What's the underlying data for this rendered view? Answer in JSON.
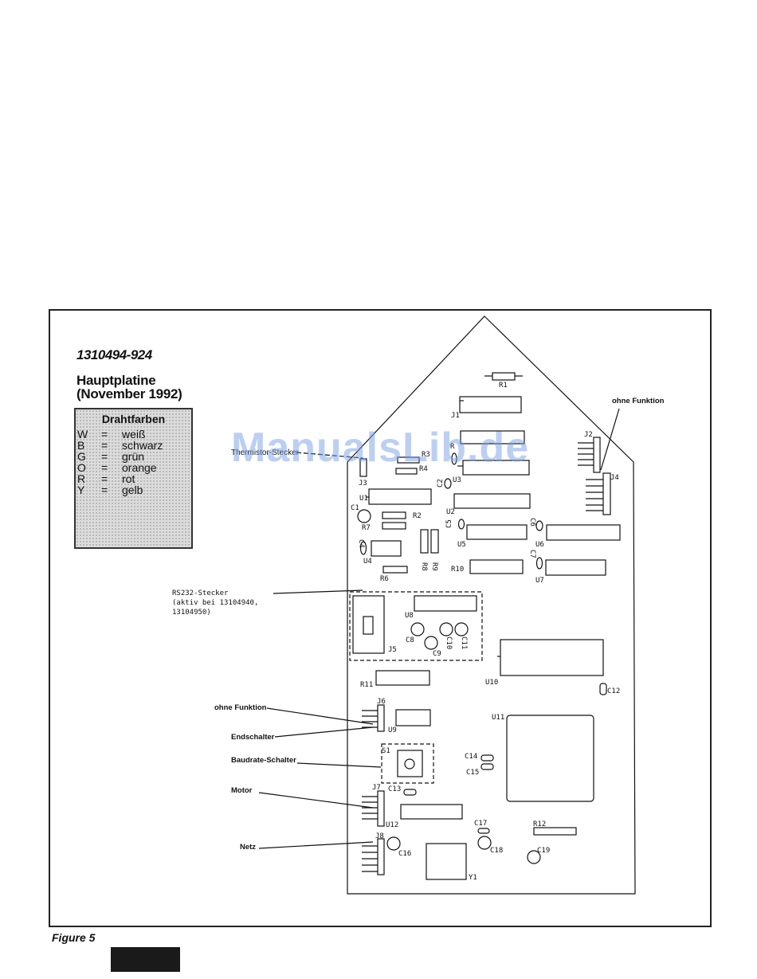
{
  "header": {
    "part_number": "1310494-924",
    "title_line1": "Hauptplatine",
    "title_line2": "(November 1992)"
  },
  "legend": {
    "title": "Drahtfarben",
    "eq": "=",
    "rows": [
      {
        "code": "W",
        "name": "weiß"
      },
      {
        "code": "B",
        "name": "schwarz"
      },
      {
        "code": "G",
        "name": "grün"
      },
      {
        "code": "O",
        "name": "orange"
      },
      {
        "code": "R",
        "name": "rot"
      },
      {
        "code": "Y",
        "name": "gelb"
      }
    ]
  },
  "callouts": {
    "ohne_funktion_top": "ohne Funktion",
    "thermistor": "Thermistor-Stecker",
    "rs232_line1": "RS232-Stecker",
    "rs232_line2": "(aktiv bei 13104940,",
    "rs232_line3": "13104950)",
    "ohne_funktion_left": "ohne Funktion",
    "endschalter": "Endschalter",
    "baudrate": "Baudrate-Schalter",
    "motor": "Motor",
    "netz": "Netz"
  },
  "components": {
    "R1": "R1",
    "J1": "J1",
    "J2": "J2",
    "J4": "J4",
    "J3": "J3",
    "R3": "R3",
    "R4": "R4",
    "R": "R",
    "U3": "U3",
    "C2": "C2",
    "U1": "U1",
    "U2": "U2",
    "C1": "C1",
    "R2": "R2",
    "R7": "R7",
    "C5": "C5",
    "C6": "C6",
    "U5": "U5",
    "U6": "U6",
    "C4": "C4",
    "U4": "U4",
    "R8": "R8",
    "R9": "R9",
    "R10": "R10",
    "C7": "C7",
    "U7": "U7",
    "R6": "R6",
    "U8": "U8",
    "C8": "C8",
    "C9": "C9",
    "C10": "C10",
    "C11": "C11",
    "J5": "J5",
    "R11": "R11",
    "U10": "U10",
    "C12": "C12",
    "J6": "J6",
    "U9": "U9",
    "U11": "U11",
    "S1": "S1",
    "C14": "C14",
    "C15": "C15",
    "J7": "J7",
    "C13": "C13",
    "U12": "U12",
    "R12": "R12",
    "C17": "C17",
    "J8": "J8",
    "C16": "C16",
    "C18": "C18",
    "C19": "C19",
    "Y1": "Y1"
  },
  "watermark": "ManualsLib.de",
  "caption": "Figure 5"
}
